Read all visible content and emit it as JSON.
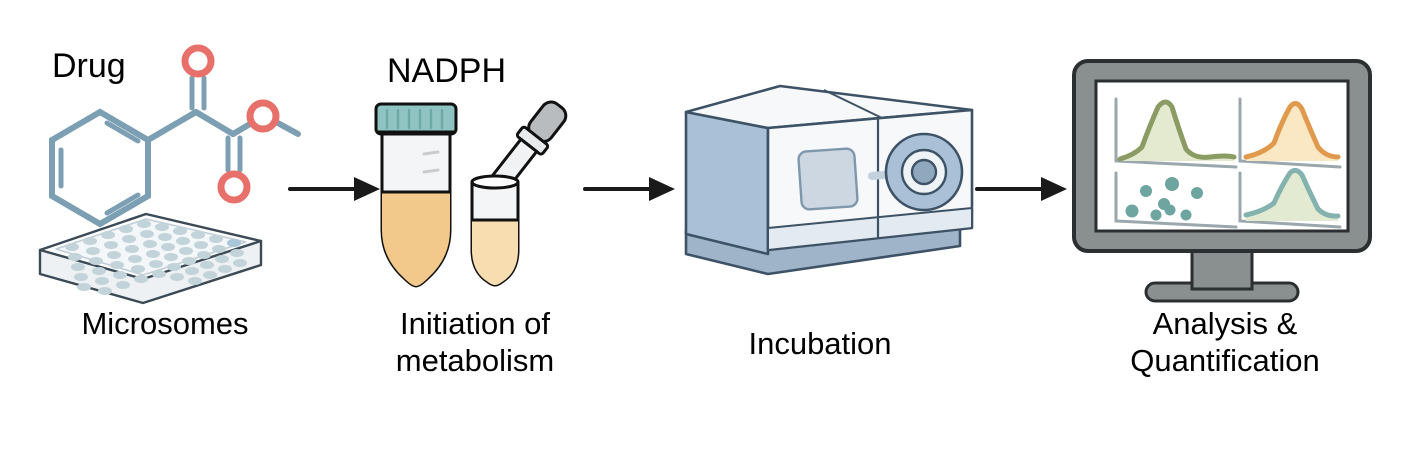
{
  "figure": {
    "title": "Drug metabolism in vitro microsomal stability assay workflow",
    "background_color": "#ffffff",
    "arrow_color": "#1a1a1a"
  },
  "palette": {
    "molecule_bond": "#7c9fb4",
    "oxygen_red": "#e8706a",
    "plate_body": "#fbfcfd",
    "plate_outline": "#3b4a55",
    "well_fill": "#c3d3da",
    "tube_cap_teal": "#8fc4c2",
    "liquid_amber": "#f2c98a",
    "liquid_amber_light": "#f7ddb0",
    "glass_fill": "#f4f5f6",
    "pipette_gray": "#b9bcbe",
    "machine_white": "#f6f8fa",
    "machine_blue": "#a9c0d6",
    "machine_blue_dark": "#8aa6bf",
    "machine_outline": "#3e5266",
    "monitor_gray": "#8a9090",
    "monitor_outline": "#2b2f31",
    "screen_white": "#ffffff",
    "chart_green": "#8a9c63",
    "chart_green_fill": "#e4ead0",
    "chart_orange": "#e09a4e",
    "chart_orange_fill": "#fae7c4",
    "chart_teal": "#84b2ae",
    "chart_teal_fill": "#e2ead2",
    "chart_dot": "#6ea5a0",
    "chart_axis": "#9aa7ad"
  },
  "stages": [
    {
      "id": "stage-1",
      "label": "Microsomes",
      "inline_label": "Drug",
      "icons": [
        "molecule-structure",
        "microplate-96-well"
      ]
    },
    {
      "id": "stage-2",
      "label": "Initiation of\nmetabolism",
      "inline_label": "NADPH",
      "icons": [
        "conical-tube",
        "pipette-dropper",
        "small-tube"
      ]
    },
    {
      "id": "stage-3",
      "label": "Incubation",
      "inline_label": "",
      "icons": [
        "incubator-machine"
      ]
    },
    {
      "id": "stage-4",
      "label": "Analysis &\nQuantification",
      "inline_label": "",
      "icons": [
        "monitor-display"
      ]
    }
  ],
  "arrows": [
    {
      "id": "arrow-1",
      "from": "stage-1",
      "to": "stage-2"
    },
    {
      "id": "arrow-2",
      "from": "stage-2",
      "to": "stage-3"
    },
    {
      "id": "arrow-3",
      "from": "stage-3",
      "to": "stage-4"
    }
  ],
  "molecule": {
    "name": "methyl phenylglyoxylate",
    "atoms": [
      "O",
      "O",
      "O"
    ],
    "features": [
      "benzene-ring",
      "ketone-carbonyl",
      "ester-carbonyl",
      "methyl-group"
    ]
  },
  "microplate": {
    "rows": 6,
    "columns": 10
  },
  "chart_data": [
    {
      "id": "panel-1",
      "type": "line",
      "title": "",
      "series_name": "green-peak",
      "color": "#8a9c63",
      "fill": "#e4ead0",
      "x": [
        0,
        5,
        10,
        15,
        20,
        25,
        30,
        35,
        40,
        45,
        50,
        55,
        60,
        70,
        80,
        90,
        100
      ],
      "y": [
        8,
        9,
        12,
        22,
        52,
        88,
        100,
        84,
        48,
        25,
        15,
        11,
        9,
        8,
        8,
        9,
        10
      ],
      "xlabel": "",
      "ylabel": "",
      "ylim": [
        0,
        100
      ],
      "grid": false
    },
    {
      "id": "panel-2",
      "type": "line",
      "title": "",
      "series_name": "orange-peak",
      "color": "#e09a4e",
      "fill": "#fae7c4",
      "x": [
        0,
        10,
        20,
        30,
        40,
        45,
        50,
        55,
        60,
        65,
        70,
        80,
        90,
        100
      ],
      "y": [
        8,
        11,
        16,
        26,
        58,
        82,
        100,
        86,
        60,
        38,
        26,
        16,
        11,
        9
      ],
      "xlabel": "",
      "ylabel": "",
      "ylim": [
        0,
        100
      ],
      "grid": false
    },
    {
      "id": "panel-3",
      "type": "scatter",
      "title": "",
      "series_name": "teal-scatter",
      "color": "#6ea5a0",
      "points": [
        {
          "x": 28,
          "y": 66
        },
        {
          "x": 52,
          "y": 78
        },
        {
          "x": 71,
          "y": 60
        },
        {
          "x": 44,
          "y": 42
        },
        {
          "x": 49,
          "y": 36
        },
        {
          "x": 16,
          "y": 30
        },
        {
          "x": 37,
          "y": 26
        },
        {
          "x": 62,
          "y": 22
        }
      ],
      "xlabel": "",
      "ylabel": "",
      "xlim": [
        0,
        100
      ],
      "ylim": [
        0,
        100
      ],
      "grid": false
    },
    {
      "id": "panel-4",
      "type": "line",
      "title": "",
      "series_name": "teal-peak",
      "color": "#84b2ae",
      "fill": "#e2ead2",
      "x": [
        0,
        10,
        20,
        30,
        40,
        45,
        50,
        55,
        60,
        70,
        80,
        90,
        100
      ],
      "y": [
        10,
        13,
        19,
        32,
        66,
        88,
        100,
        88,
        62,
        30,
        17,
        12,
        10
      ],
      "xlabel": "",
      "ylabel": "",
      "ylim": [
        0,
        100
      ],
      "grid": false
    }
  ]
}
